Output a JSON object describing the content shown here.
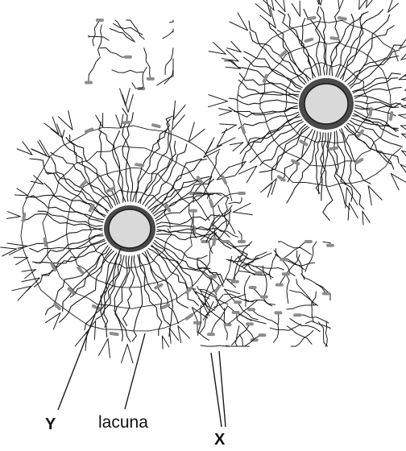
{
  "labels": {
    "y": "Y",
    "lacuna": "lacuna",
    "x": "X"
  },
  "colors": {
    "ink": "#1a1a1a",
    "lacuna_fill": "#d9d9d9",
    "lacuna_ring": "#4a4a4a",
    "osteocyte_marks": "#8c8c8c",
    "background": "#ffffff"
  }
}
